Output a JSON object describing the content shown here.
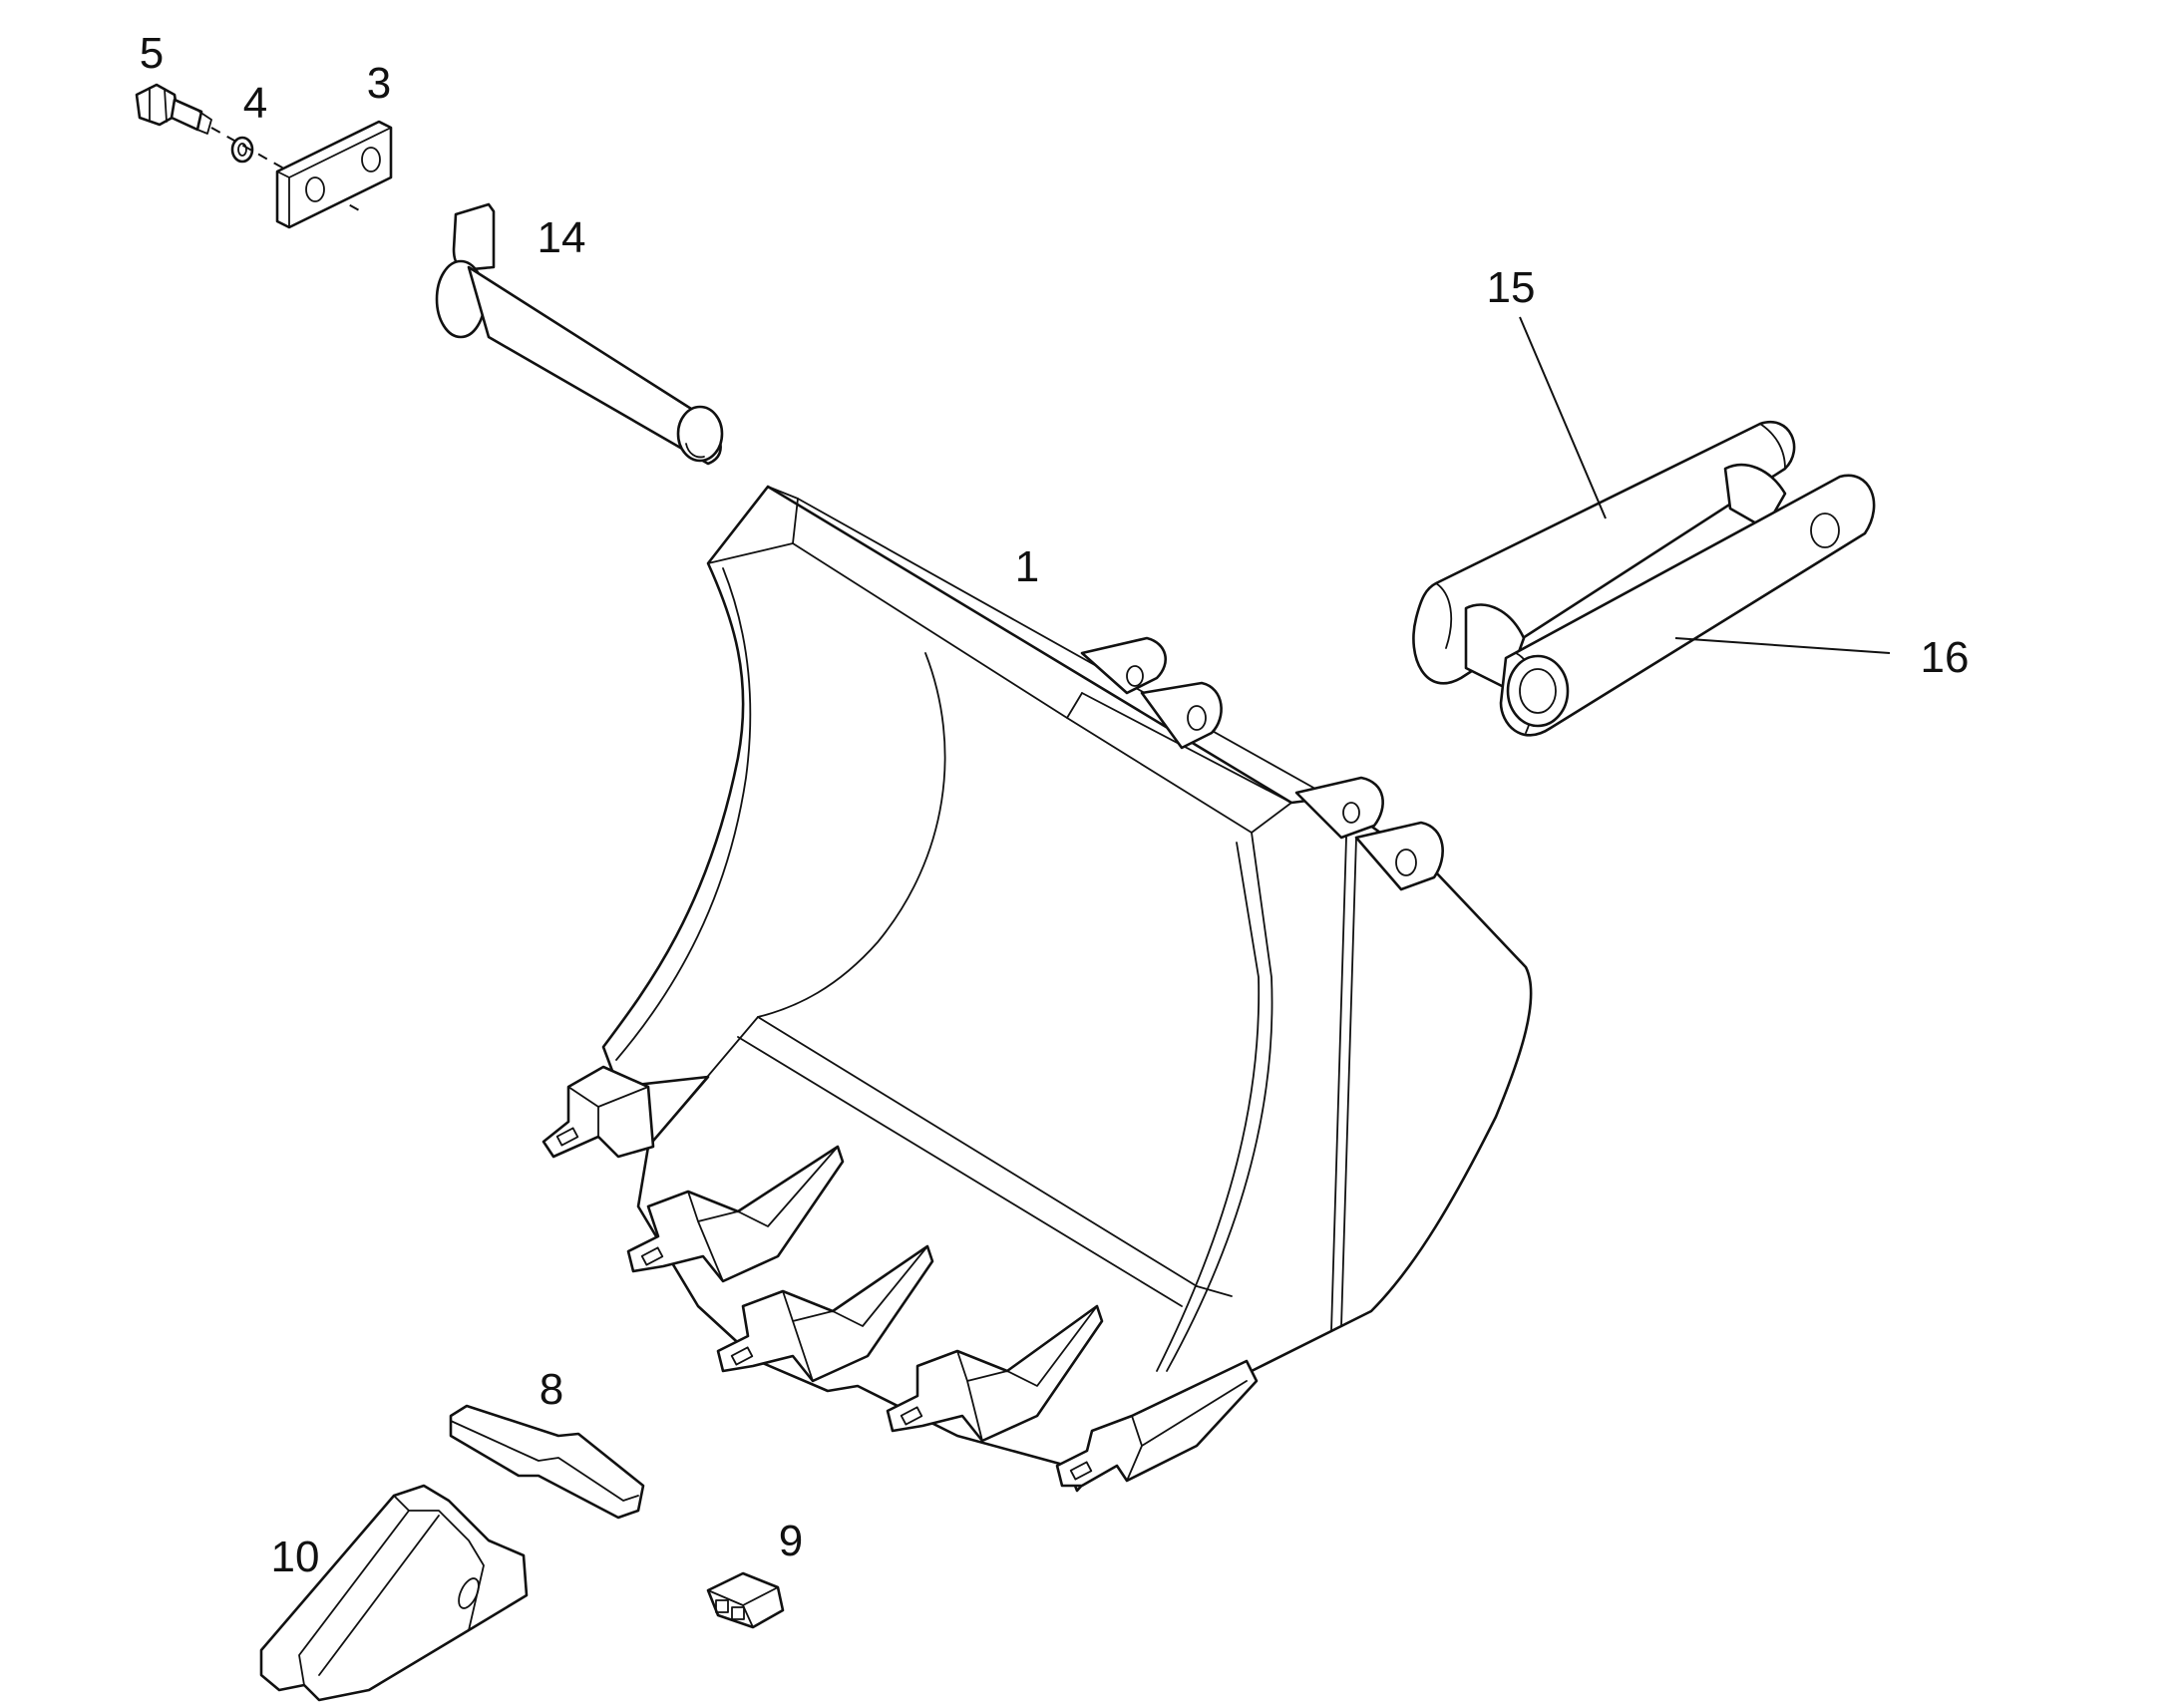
{
  "diagram": {
    "callouts": [
      {
        "id": "5",
        "label": "5"
      },
      {
        "id": "4",
        "label": "4"
      },
      {
        "id": "3",
        "label": "3"
      },
      {
        "id": "14",
        "label": "14"
      },
      {
        "id": "15",
        "label": "15"
      },
      {
        "id": "1",
        "label": "1"
      },
      {
        "id": "16",
        "label": "16"
      },
      {
        "id": "8",
        "label": "8"
      },
      {
        "id": "9",
        "label": "9"
      },
      {
        "id": "10",
        "label": "10"
      }
    ]
  },
  "colors": {
    "line": "#111111",
    "background": "#ffffff"
  }
}
